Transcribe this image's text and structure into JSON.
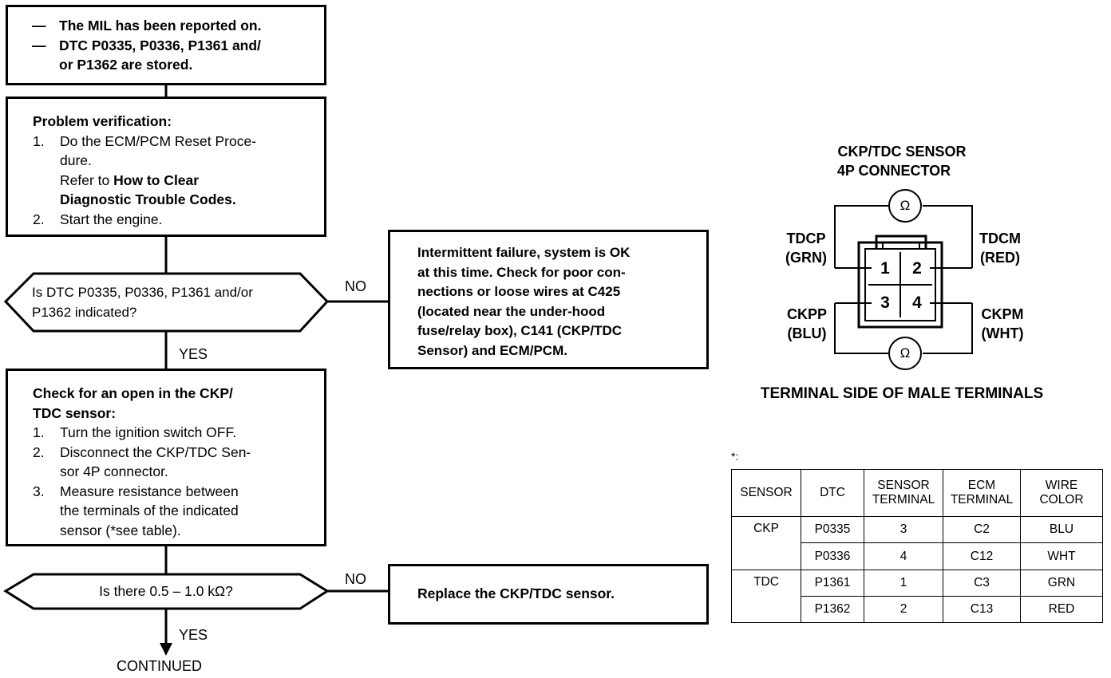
{
  "start": {
    "items": [
      "The MIL has been reported on.",
      "DTC P0335, P0336, P1361 and/",
      "or P1362 are stored."
    ]
  },
  "verify": {
    "title": "Problem verification:",
    "step1_num": "1.",
    "step1_a": "Do the ECM/PCM Reset Proce-",
    "step1_b": "dure.",
    "step1_c": "Refer to",
    "step1_c_bold": "How to Clear",
    "step1_d": "Diagnostic Trouble Codes.",
    "step2_num": "2.",
    "step2": "Start the engine."
  },
  "decision1": {
    "line1": "Is DTC P0335, P0336, P1361 and/or",
    "line2": "P1362 indicated?",
    "no": "NO",
    "yes": "YES"
  },
  "intermittent": {
    "lines": [
      "Intermittent failure, system is OK",
      "at this time. Check for poor con-",
      "nections or loose wires at C425",
      "(located near the under-hood",
      "fuse/relay box), C141 (CKP/TDC",
      "Sensor) and ECM/PCM."
    ]
  },
  "check": {
    "title1": "Check for an open in the CKP/",
    "title2": "TDC sensor:",
    "s1_num": "1.",
    "s1": "Turn the ignition switch OFF.",
    "s2_num": "2.",
    "s2a": "Disconnect the CKP/TDC Sen-",
    "s2b": "sor 4P connector.",
    "s3_num": "3.",
    "s3a": "Measure resistance between",
    "s3b": "the terminals of the indicated",
    "s3c": "sensor (*see table)."
  },
  "decision2": {
    "text": "Is there 0.5 – 1.0 kΩ?",
    "no": "NO",
    "yes": "YES",
    "continued": "CONTINUED"
  },
  "replace": {
    "text": "Replace the CKP/TDC sensor."
  },
  "connector": {
    "title1": "CKP/TDC SENSOR",
    "title2": "4P CONNECTOR",
    "ohm": "Ω",
    "tdcp": "TDCP",
    "tdcp_color": "(GRN)",
    "tdcm": "TDCM",
    "tdcm_color": "(RED)",
    "ckpp": "CKPP",
    "ckpp_color": "(BLU)",
    "ckpm": "CKPM",
    "ckpm_color": "(WHT)",
    "pins": [
      "1",
      "2",
      "3",
      "4"
    ],
    "caption": "TERMINAL SIDE OF MALE TERMINALS"
  },
  "table": {
    "note": "*:",
    "headers": [
      "SENSOR",
      "DTC",
      "SENSOR TERMINAL",
      "ECM TERMINAL",
      "WIRE COLOR"
    ],
    "header_lines": [
      [
        "SENSOR"
      ],
      [
        "DTC"
      ],
      [
        "SENSOR",
        "TERMINAL"
      ],
      [
        "ECM",
        "TERMINAL"
      ],
      [
        "WIRE",
        "COLOR"
      ]
    ],
    "groups": [
      {
        "sensor": "CKP",
        "rows": [
          {
            "dtc": "P0335",
            "sensor_terminal": "3",
            "ecm_terminal": "C2",
            "wire": "BLU"
          },
          {
            "dtc": "P0336",
            "sensor_terminal": "4",
            "ecm_terminal": "C12",
            "wire": "WHT"
          }
        ]
      },
      {
        "sensor": "TDC",
        "rows": [
          {
            "dtc": "P1361",
            "sensor_terminal": "1",
            "ecm_terminal": "C3",
            "wire": "GRN"
          },
          {
            "dtc": "P1362",
            "sensor_terminal": "2",
            "ecm_terminal": "C13",
            "wire": "RED"
          }
        ]
      }
    ]
  }
}
